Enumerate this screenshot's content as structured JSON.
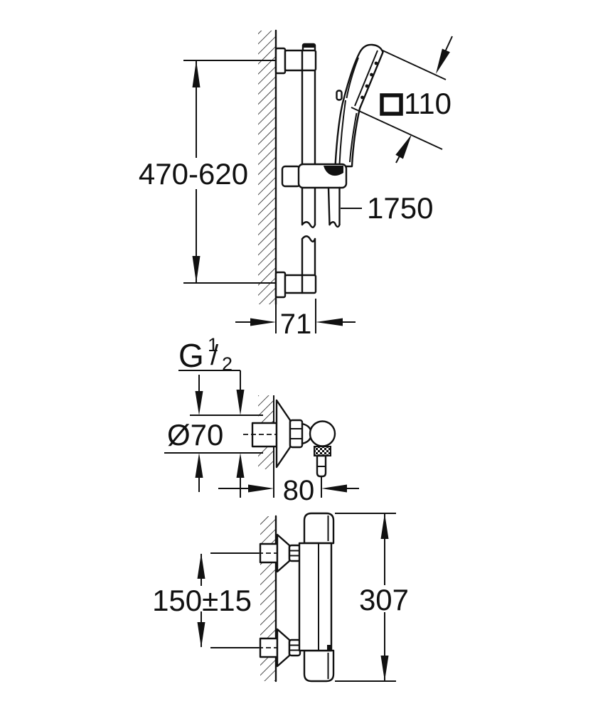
{
  "colors": {
    "background": "#ffffff",
    "line": "#111111"
  },
  "labels": {
    "rail_height": "470-620",
    "head_square_symbol": "□",
    "head_size": "110",
    "hose_length": "1750",
    "rail_depth": "71",
    "thread_letter": "G",
    "thread_numerator": "1",
    "thread_slash": "/",
    "thread_denominator": "2",
    "escutcheon_diameter": "Ø70",
    "outlet_offset": "80",
    "inlet_spacing": "150±15",
    "mixer_height": "307"
  }
}
